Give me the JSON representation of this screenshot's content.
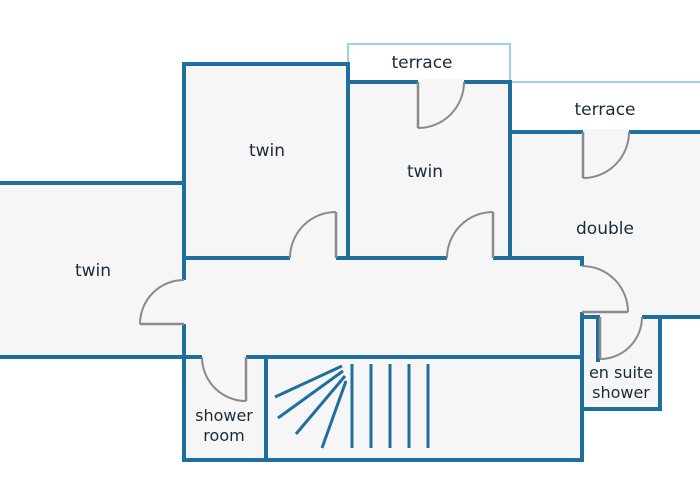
{
  "labels": {
    "twin_left": "twin",
    "twin_middle": "twin",
    "twin_right": "twin",
    "double": "double",
    "terrace_top": "terrace",
    "terrace_right": "terrace",
    "shower_room_1": "shower",
    "shower_room_2": "room",
    "en_suite_1": "en suite",
    "en_suite_2": "shower"
  },
  "colors": {
    "wall": "#1e6f9e",
    "terrace": "#9bd3e6",
    "floor": "#f6f6f6",
    "door": "#8a8a8a"
  }
}
